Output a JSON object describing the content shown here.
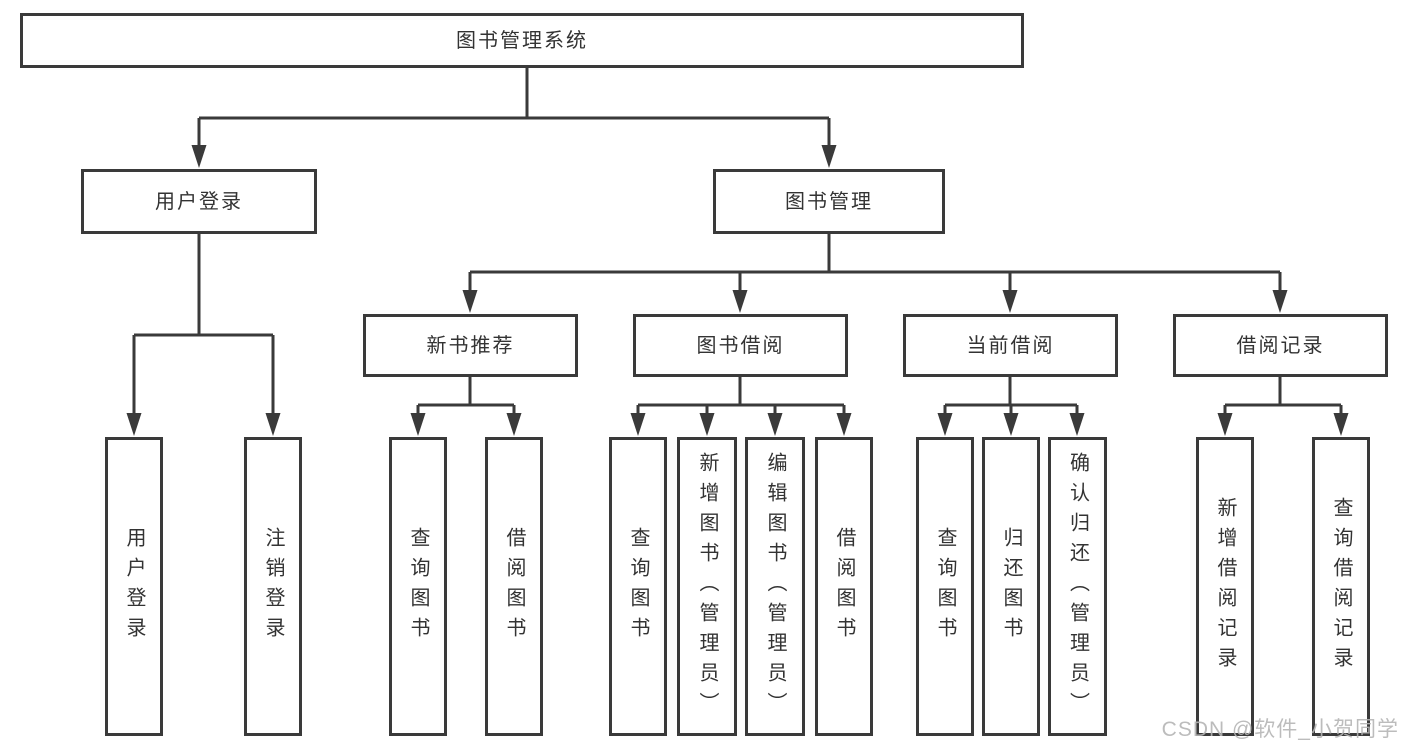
{
  "tree": {
    "root": {
      "label": "图书管理系统"
    },
    "branches": [
      {
        "label": "用户登录",
        "children": [
          {
            "label": "用户登录"
          },
          {
            "label": "注销登录"
          }
        ]
      },
      {
        "label": "图书管理",
        "children": [
          {
            "label": "新书推荐",
            "children": [
              {
                "label": "查询图书"
              },
              {
                "label": "借阅图书"
              }
            ]
          },
          {
            "label": "图书借阅",
            "children": [
              {
                "label": "查询图书"
              },
              {
                "label": "新增图书（管理员）"
              },
              {
                "label": "编辑图书（管理员）"
              },
              {
                "label": "借阅图书"
              }
            ]
          },
          {
            "label": "当前借阅",
            "children": [
              {
                "label": "查询图书"
              },
              {
                "label": "归还图书"
              },
              {
                "label": "确认归还（管理员）"
              }
            ]
          },
          {
            "label": "借阅记录",
            "children": [
              {
                "label": "新增借阅记录"
              },
              {
                "label": "查询借阅记录"
              }
            ]
          }
        ]
      }
    ]
  },
  "watermark": {
    "text": "CSDN @软件_小贺同学"
  },
  "colors": {
    "line": "#3a3a3a",
    "box_border": "#3a3a3a",
    "text": "#333333",
    "watermark": "#b5b5b5",
    "background": "#ffffff"
  }
}
